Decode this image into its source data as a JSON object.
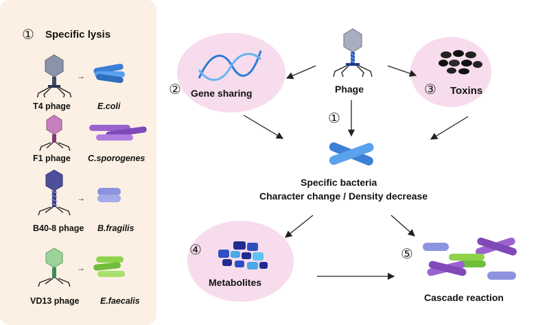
{
  "left_panel": {
    "number": "①",
    "title": "Specific lysis",
    "rows": [
      {
        "phage": "T4 phage",
        "bacterium": "E.coli"
      },
      {
        "phage": "F1 phage",
        "bacterium": "C.sporogenes"
      },
      {
        "phage": "B40-8 phage",
        "bacterium": "B.fragilis"
      },
      {
        "phage": "VD13 phage",
        "bacterium": "E.faecalis"
      }
    ]
  },
  "center": {
    "phage": "Phage",
    "gene_sharing": {
      "number": "②",
      "label": "Gene sharing"
    },
    "toxins": {
      "number": "③",
      "label": "Toxins"
    },
    "lysis_number": "①",
    "bacteria_title": "Specific bacteria",
    "bacteria_subtitle": "Character change / Density decrease",
    "metabolites": {
      "number": "④",
      "label": "Metabolites"
    },
    "cascade": {
      "number": "⑤",
      "label": "Cascade reaction"
    }
  },
  "colors": {
    "panel_bg": "#fbf0e3",
    "blob_pink": "#f6dcec",
    "t4_phage": "#8a93a8",
    "f1_phage": "#c77fbf",
    "b40_phage": "#4c4f9c",
    "vd13_phage": "#9bd39a",
    "ecoli": "#3b7fd6",
    "csporogenes": "#9a63cf",
    "bfragilis": "#8e93e0",
    "efaecalis": "#8fd24a"
  },
  "icons": [
    "phage-icon",
    "dna-icon",
    "toxin-icon",
    "bacterium-icon",
    "metabolite-icon",
    "arrow-icon"
  ]
}
